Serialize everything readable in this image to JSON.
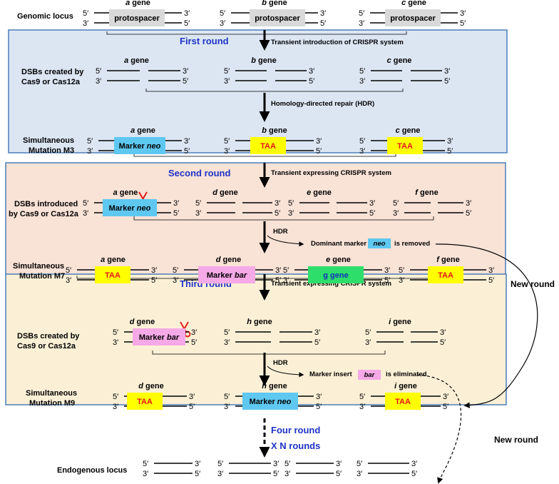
{
  "rows": {
    "genomic": "Genomic locus",
    "dsb1_a": "DSBs created by",
    "dsb1_b": "Cas9 or Cas12a",
    "m3_a": "Simultaneous",
    "m3_b": "Mutation M3",
    "dsb2_a": "DSBs introduced",
    "dsb2_b": "by Cas9 or Cas12a",
    "m7_a": "Simultaneous",
    "m7_b": "Mutation M7",
    "dsb3_a": "DSBs created by",
    "dsb3_b": "Cas9 or Cas12a",
    "m9_a": "Simultaneous",
    "m9_b": "Mutation M9",
    "endogenous": "Endogenous locus"
  },
  "rounds": {
    "first": "First round",
    "second": "Second round",
    "third": "Third round",
    "four": "Four round",
    "xn": "X N rounds"
  },
  "steps": {
    "s1": "Transient introduction of CRISPR system",
    "hdr1": "Homology-directed repair (HDR)",
    "s2": "Transient expressing CRISPR system",
    "hdr2": "HDR",
    "s3": "Transient expressing CRISPR system",
    "hdr3": "HDR"
  },
  "notes": {
    "neo_removed_pre": "Dominant marker",
    "neo_removed_tag": "neo",
    "neo_removed_post": "is removed",
    "bar_elim_pre": "Marker insert",
    "bar_elim_tag": "bar",
    "bar_elim_post": "is eliminated",
    "new_round_1": "New round",
    "new_round_2": "New round"
  },
  "genes": {
    "a": "a",
    "b": "b",
    "c": "c",
    "d": "d",
    "e": "e",
    "f": "f",
    "h": "h",
    "i": "i",
    "suffix": " gene"
  },
  "boxes": {
    "protospacer": "protospacer",
    "taa": "TAA",
    "marker": "Marker ",
    "neo": "neo",
    "bar": "bar",
    "g_gene": "g gene"
  },
  "ends": {
    "p5": "5′",
    "p3": "3′"
  },
  "colors": {
    "round1_bg": "#dce6f3",
    "round2_bg": "#f9e2d6",
    "round3_bg": "#fbf0d6",
    "panel_border": "#4a7ebb",
    "neo_box": "#5ec8f0",
    "taa_box": "#ffff00",
    "taa_text": "#e8141c",
    "bar_box": "#f5a9e6",
    "g_box": "#2ede6a",
    "g_text": "#1230b8",
    "protospacer_box": "#d9d9d9",
    "title_blue": "#1f33c6",
    "scissors": "#e0201b"
  }
}
